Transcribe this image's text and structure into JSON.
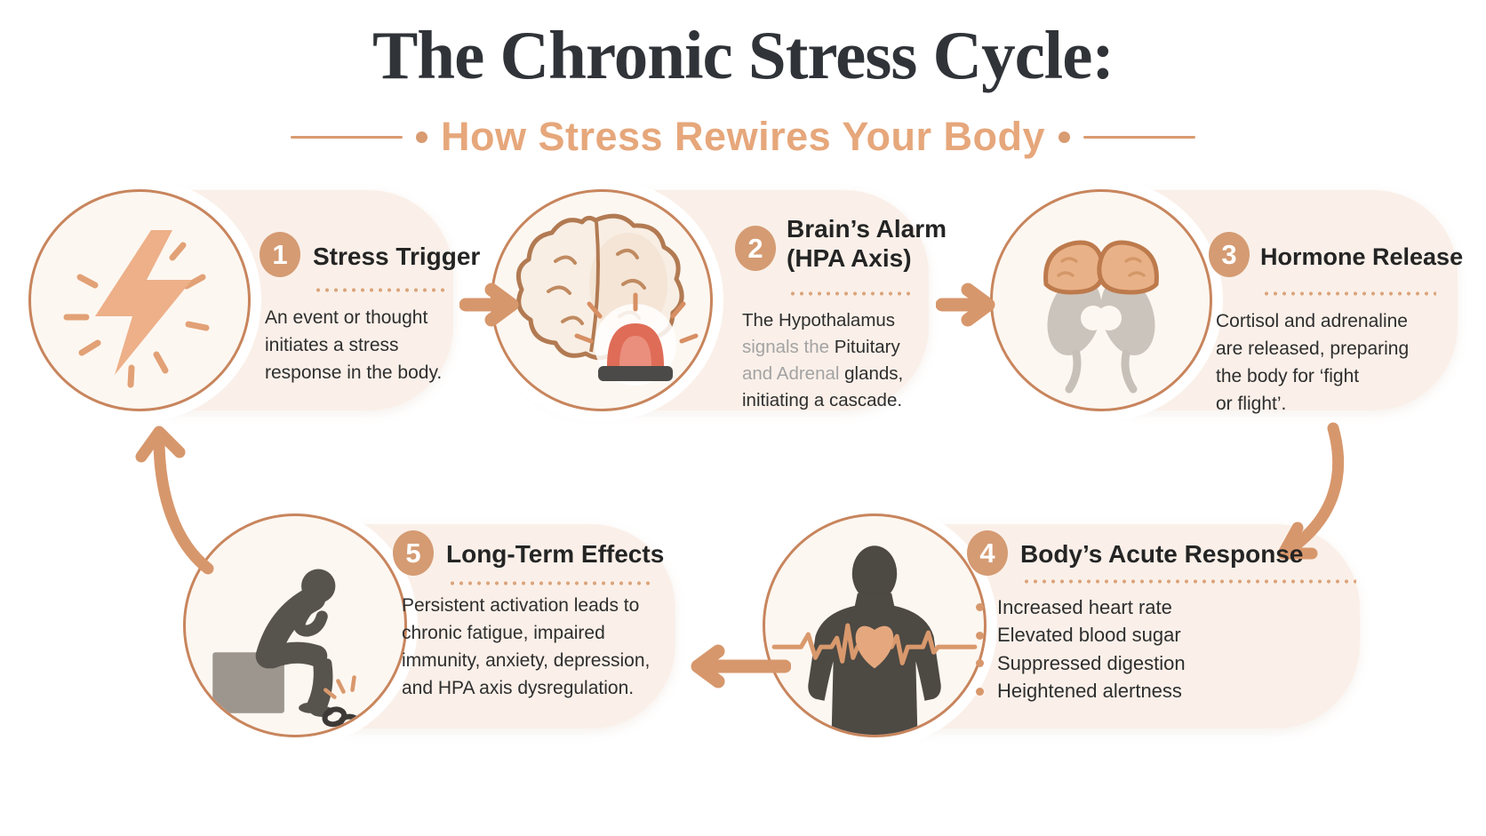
{
  "header": {
    "title": "The Chronic Stress Cycle:",
    "subtitle": "How Stress Rewires Your Body"
  },
  "steps": [
    {
      "number": "1",
      "title": "Stress Trigger",
      "icon": "lightning-bolt-icon",
      "body_lines": [
        "An event or thought",
        "initiates a stress",
        "response in the body."
      ]
    },
    {
      "number": "2",
      "title": "Brain’s Alarm (HPA Axis)",
      "icon": "brain-alarm-icon",
      "body_lines": [
        {
          "muted": "",
          "text": "The Hypothalamus"
        },
        {
          "muted": "signals the ",
          "text": "Pituitary"
        },
        {
          "muted": "and Adrenal ",
          "text": "glands,"
        },
        {
          "muted": "",
          "text": "initiating a cascade."
        }
      ]
    },
    {
      "number": "3",
      "title": "Hormone Release",
      "icon": "adrenal-glands-icon",
      "body_lines": [
        "Cortisol and adrenaline",
        "are released, preparing",
        "the body for ‘fight",
        "or flight’."
      ]
    },
    {
      "number": "4",
      "title": "Body’s Acute Response",
      "icon": "body-heartbeat-icon",
      "bullets": [
        "Increased heart rate",
        "Elevated blood sugar",
        "Suppressed digestion",
        "Heightened alertness"
      ]
    },
    {
      "number": "5",
      "title": "Long-Term Effects",
      "icon": "slumped-person-broken-chain-icon",
      "body_lines": [
        "Persistent activation leads to",
        "chronic fatigue, impaired",
        "immunity, anxiety, depression,",
        "and HPA axis dysregulation."
      ]
    }
  ],
  "colors": {
    "accent_arrow": "#D7976C",
    "badge": "#D59B73",
    "card_background": "#FAF0E9",
    "circle_border": "#C8855D",
    "title_text": "#303338",
    "subtitle_text": "#E6A77B",
    "body_text": "#2E2E2E",
    "muted_text": "#A3A3A3",
    "silhouette": "#4D4943",
    "siren_red": "#DF6C57",
    "heart_peach": "#E5A87E"
  }
}
